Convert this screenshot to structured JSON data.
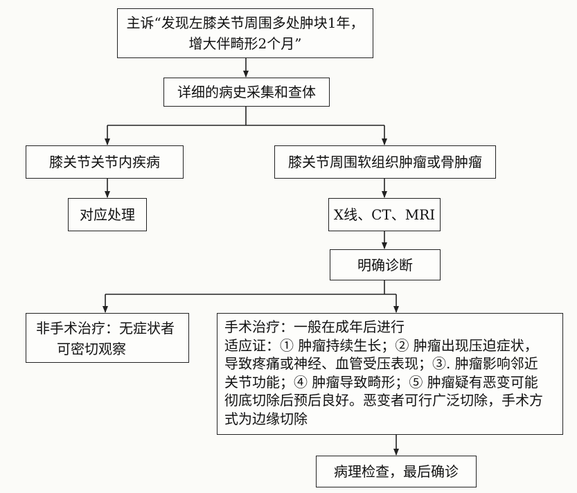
{
  "chief_complaint": {
    "line1": "主诉“发现左膝关节周围多处肿块1年，",
    "line2": "增大伴畸形2个月”"
  },
  "history_exam": "详细的病史采集和查体",
  "intra_articular": "膝关节关节内疾病",
  "corresponding_treatment": "对应处理",
  "tumor_branch": "膝关节周围软组织肿瘤或骨肿瘤",
  "imaging": "X线、CT、MRI",
  "diagnosis": "明确诊断",
  "non_surgical": {
    "line1": "非手术治疗：无症状者",
    "line2": "可密切观察"
  },
  "surgical": {
    "lines": [
      "手术治疗：一般在成年后进行",
      "适应证：① 肿瘤持续生长；② 肿瘤出现压迫症状，",
      "导致疼痛或神经、血管受压表现；③. 肿瘤影响邻近",
      "关节功能；④ 肿瘤导致畸形；⑤ 肿瘤疑有恶变可能",
      "彻底切除后预后良好。恶变者可行广泛切除，手术方",
      "式为边缘切除"
    ]
  },
  "pathology": "病理检查，最后确诊"
}
